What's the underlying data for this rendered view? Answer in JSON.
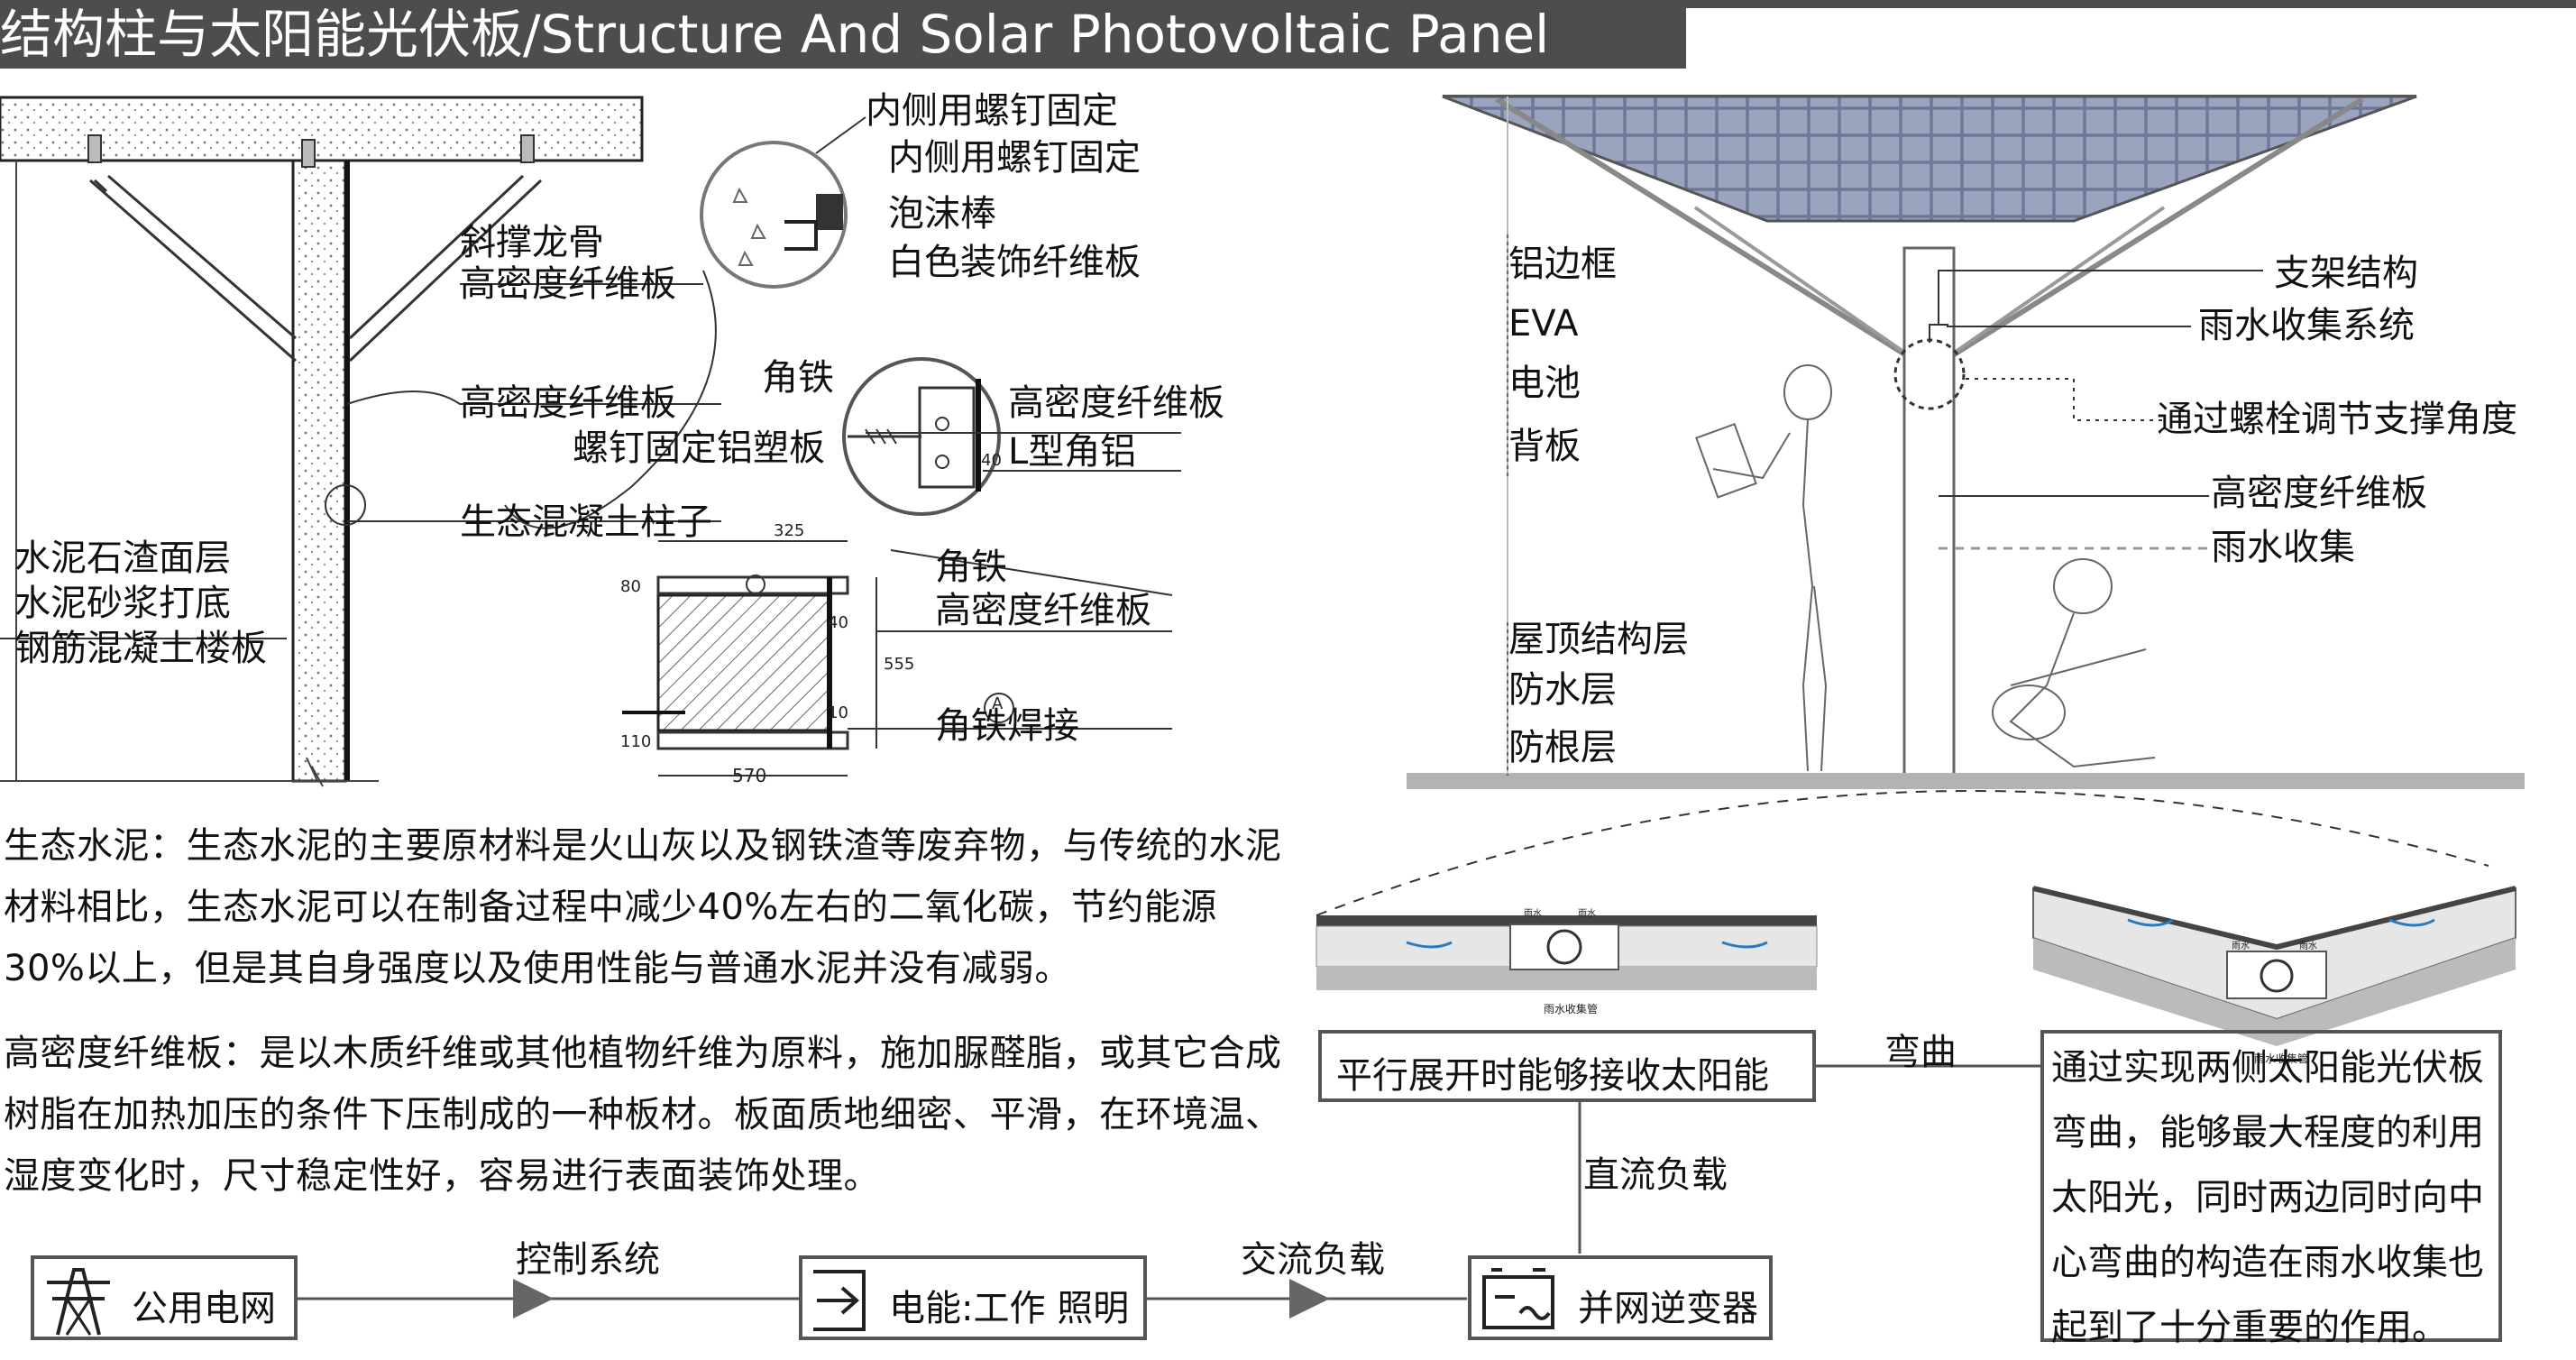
{
  "title": "结构柱与太阳能光伏板/Structure And Solar Photovoltaic Panel",
  "detail_labels": {
    "inner_screw_1": "内侧用螺钉固定",
    "inner_screw_2": "内侧用螺钉固定",
    "foam_rod": "泡沫棒",
    "white_board": "白色装饰纤维板",
    "brace_keel": "斜撑龙骨",
    "hd_board_1": "高密度纤维板",
    "hd_board_2": "高密度纤维板",
    "angle_iron_1": "角铁",
    "hd_board_3": "高密度纤维板",
    "screw_alu": "螺钉固定铝塑板",
    "l_alu": "L型角铝",
    "eco_column": "生态混凝土柱子",
    "floor_1": "水泥石渣面层",
    "floor_2": "水泥砂浆打底",
    "floor_3": "钢筋混凝土楼板",
    "angle_iron_2": "角铁",
    "hd_board_4": "高密度纤维板",
    "angle_weld": "角铁焊接"
  },
  "dimensions": {
    "d325": "325",
    "d570": "570",
    "d80": "80",
    "d110": "110",
    "d40a": "40",
    "d40b": "40",
    "d555": "555",
    "d10": "10",
    "markA": "A"
  },
  "solar_labels": {
    "alu_frame": "铝边框",
    "eva": "EVA",
    "battery": "电池",
    "backplate": "背板",
    "roof_struct": "屋顶结构层",
    "waterproof": "防水层",
    "root_proof": "防根层",
    "bracket": "支架结构",
    "rain_system": "雨水收集系统",
    "bolt_adjust": "通过螺栓调节支撑角度",
    "hd_board": "高密度纤维板",
    "rain_collect": "雨水收集"
  },
  "paragraphs": {
    "eco_cement": "生态水泥：生态水泥的主要原材料是火山灰以及钢铁渣等废弃物，与传统的水泥材料相比，生态水泥可以在制备过程中减少40%左右的二氧化碳，节约能源30%以上，但是其自身强度以及使用性能与普通水泥并没有减弱。",
    "hd_fiber": "高密度纤维板：是以木质纤维或其他植物纤维为原料，施加脲醛脂，或其它合成树脂在加热加压的条件下压制成的一种板材。板面质地细密、平滑，在环境温、湿度变化时，尺寸稳定性好，容易进行表面装饰处理。"
  },
  "flow": {
    "parallel_box": "平行展开时能够接收太阳能",
    "bend_label": "弯曲",
    "bend_desc": "通过实现两侧太阳能光伏板弯曲，能够最大程度的利用太阳光，同时两边同时向中心弯曲的构造在雨水收集也起到了十分重要的作用。",
    "dc_load": "直流负载",
    "inverter": "并网逆变器",
    "ac_load": "交流负载",
    "energy": "电能:工作 照明",
    "control": "控制系统",
    "grid": "公用电网"
  },
  "mini_diagrams": {
    "rain_pipe": "雨水收集管",
    "rain_pipe_2": "雨水收集管",
    "rain_a": "雨水",
    "rain_b": "雨水",
    "rain_c": "雨水",
    "rain_d": "雨水"
  },
  "colors": {
    "title_bg": "#4d4d4d",
    "line": "#555555",
    "ground": "#b3b3b3",
    "panel": "#8a96b4"
  },
  "icons": [
    "transmission-tower-icon",
    "exit-arrow-icon",
    "inverter-icon",
    "pen-nib-icon"
  ]
}
